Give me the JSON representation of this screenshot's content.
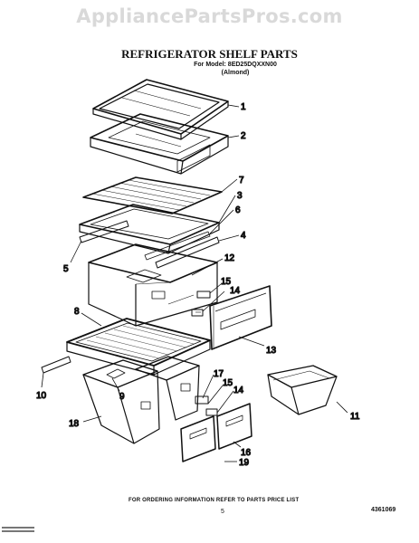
{
  "header": {
    "watermark": "AppliancePartsPros.com",
    "title": "REFRIGERATOR SHELF PARTS",
    "model_line": "For Model: 8ED25DQXXN00",
    "finish": "(Almond)"
  },
  "callouts": [
    "1",
    "2",
    "3",
    "4",
    "5",
    "6",
    "7",
    "8",
    "9",
    "10",
    "11",
    "12",
    "13",
    "14",
    "15",
    "14",
    "15",
    "16",
    "17",
    "18",
    "19"
  ],
  "footer": {
    "instruction": "FOR ORDERING INFORMATION REFER TO PARTS PRICE LIST",
    "page_number": "5",
    "part_number": "4361069"
  },
  "colors": {
    "line": "#111111",
    "watermark": "#d9d9d9",
    "background": "#ffffff"
  }
}
